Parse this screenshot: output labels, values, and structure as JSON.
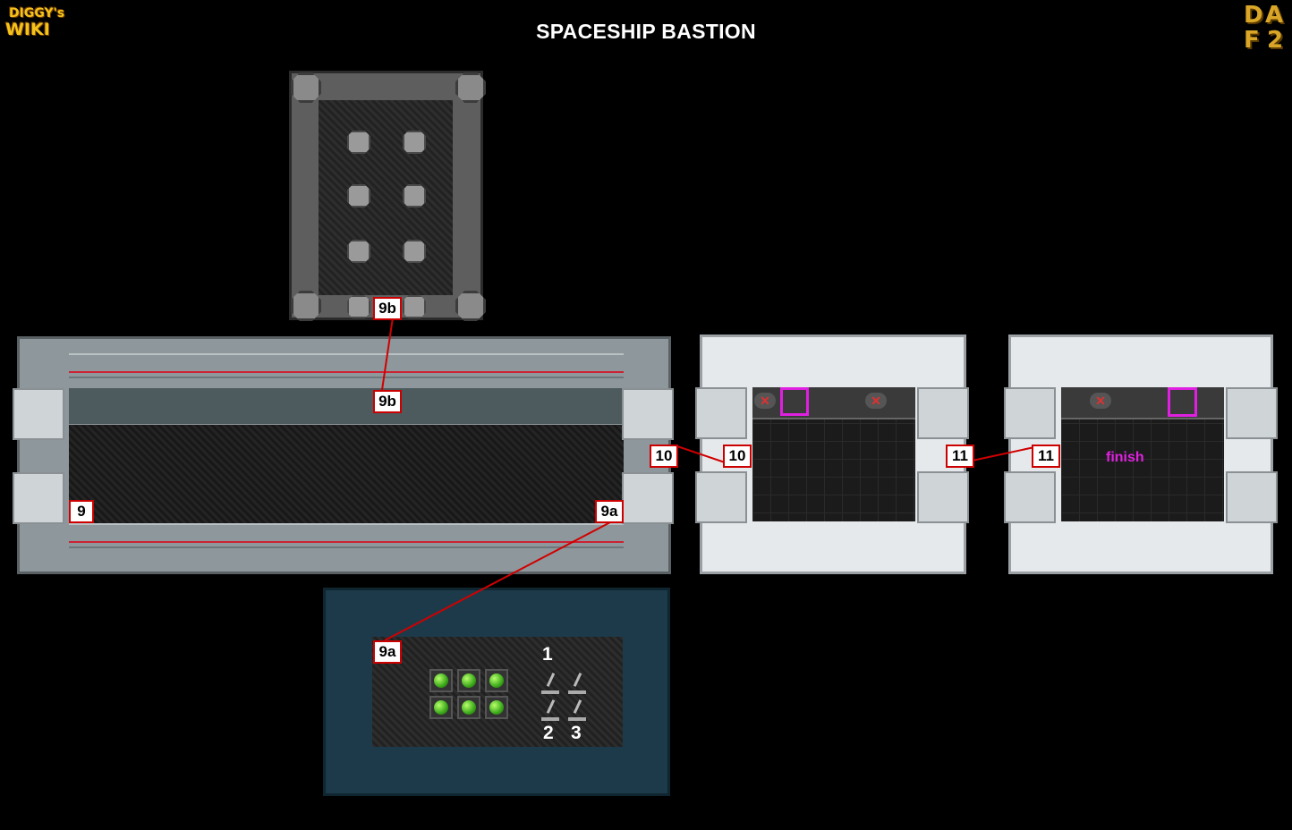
{
  "title": "SPACESHIP BASTION",
  "logo_left": {
    "line1": "DIGGY's",
    "line2": "WIKI"
  },
  "logo_right": {
    "letters": [
      "D",
      "A",
      "F",
      "2"
    ]
  },
  "markers": {
    "room9b_top": "9b",
    "room9b_bottom": "9b",
    "start": "9",
    "to_9a": "9a",
    "room9a": "9a",
    "exit10_left": "10",
    "exit10_right": "10",
    "exit11_left": "11",
    "exit11_right": "11"
  },
  "lever_labels": [
    "1",
    "2",
    "3"
  ],
  "finish_label": "finish",
  "colors": {
    "connector": "#d00000",
    "highlight": "#e020e0",
    "marker_border": "#c00000"
  }
}
